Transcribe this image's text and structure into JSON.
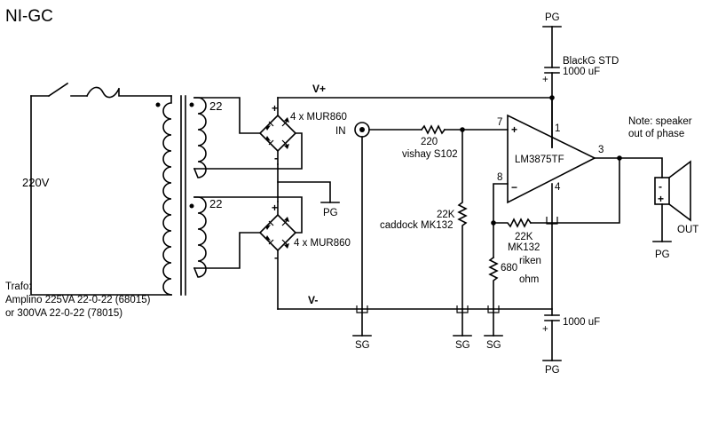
{
  "title": "NI-GC",
  "mains_voltage": "220V",
  "transformer": {
    "heading": "Trafo:",
    "line1": "Amplino  225VA 22-0-22 (68015)",
    "line2": "or 300VA 22-0-22 (78015)",
    "upper_secondary": "22",
    "lower_secondary": "22"
  },
  "rectifiers": {
    "upper": "4 x MUR860",
    "lower": "4 x MUR860",
    "plus": "+",
    "minus": "-"
  },
  "rails": {
    "positive": "V+",
    "negative": "V-"
  },
  "grounds": {
    "power_ground": "PG",
    "signal_ground": "SG"
  },
  "input_label": "IN",
  "components": {
    "r_input_value": "220",
    "r_input_type": "vishay S102",
    "r_shunt_value": "22K",
    "r_shunt_type": "caddock MK132",
    "r_feedback_value": "22K",
    "r_feedback_type": "MK132",
    "r_gain_value": "680",
    "r_gain_type_1": "riken",
    "r_gain_type_2": "ohm",
    "cap_top_value": "1000 uF",
    "cap_top_type": "BlackG STD",
    "cap_bottom_value": "1000 uF",
    "cap_plus": "+"
  },
  "opamp": {
    "name": "LM3875TF",
    "pin1": "1",
    "pin3": "3",
    "pin4": "4",
    "pin7": "7",
    "pin8": "8",
    "plus_sign": "+",
    "minus_sign": "−"
  },
  "speaker": {
    "note_line1": "Note: speaker",
    "note_line2": "out of phase",
    "output_label": "OUT",
    "plus": "+",
    "minus": "-"
  }
}
